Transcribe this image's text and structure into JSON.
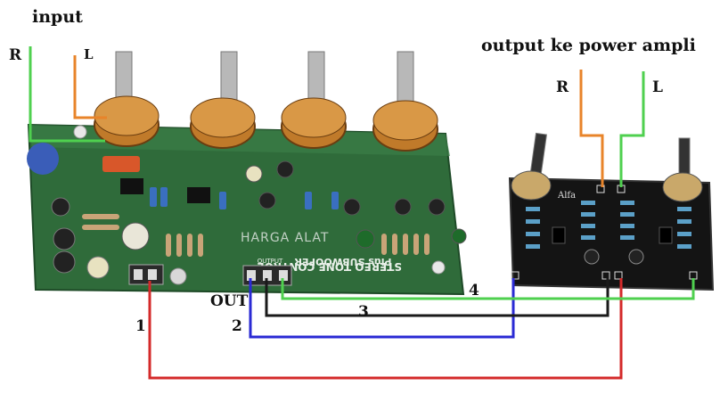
{
  "labels": {
    "input": "input",
    "input_r": "R",
    "input_l": "L",
    "output_title": "output ke power ampli",
    "output_r": "R",
    "output_l": "L",
    "out": "OUT",
    "wire_1": "1",
    "wire_2": "2",
    "wire_3": "3",
    "wire_4": "4"
  },
  "board_text": {
    "board1_title": "STEREO TONE CONTROL",
    "board1_subtitle": "Plus SUBWOOFER",
    "watermark": "HARGA ALAT",
    "board1_output": "OUTPUT",
    "board2_brand": "Alfa"
  },
  "colors": {
    "input_r_wire": "#4fd04f",
    "input_l_wire": "#e8842a",
    "output_r_wire": "#e8842a",
    "output_l_wire": "#4fd04f",
    "wire_1": "#d42a2a",
    "wire_2": "#2a2ad4",
    "wire_3": "#1a1a1a",
    "wire_4": "#4fd04f",
    "board1_pcb": "#2f6b3a",
    "board2_pcb": "#141414"
  }
}
